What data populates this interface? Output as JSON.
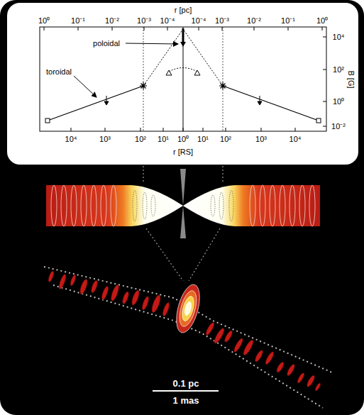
{
  "diagram": {
    "labels": [
      "r [pc]",
      "10⁰",
      "10⁻¹",
      "10⁻²",
      "10⁻³",
      "10⁻⁴",
      "10⁻⁴",
      "10⁻³",
      "10⁻²",
      "10⁻¹",
      "10⁰",
      "poloidal",
      "toroidal",
      "10⁴",
      "10²",
      "10⁰",
      "10⁻²",
      "B [G]",
      "10⁴",
      "10³",
      "10²",
      "10¹",
      "10⁰",
      "10¹",
      "10²",
      "10³",
      "10⁴",
      "r [RS]",
      "0.1 pc",
      "1 mas"
    ]
  }
}
